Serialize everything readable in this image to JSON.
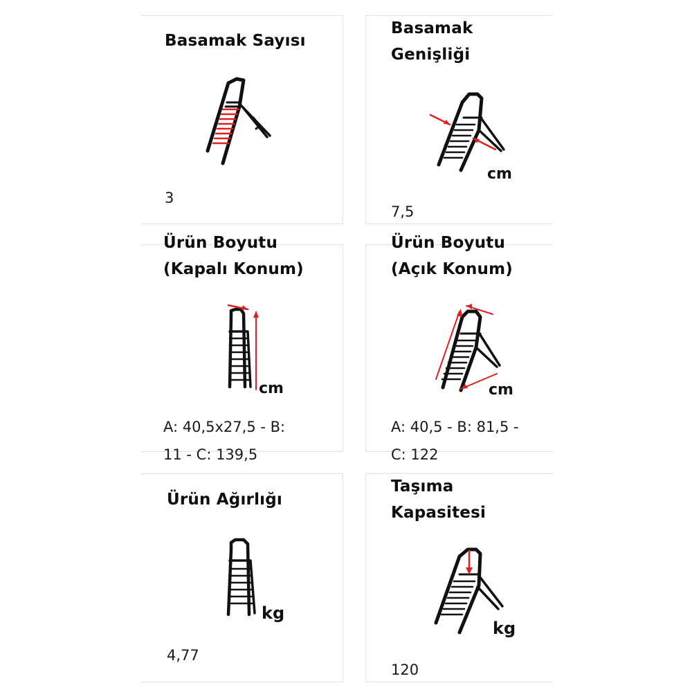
{
  "colors": {
    "ink": "#111111",
    "accent": "#e02020",
    "divider": "#e2e2e2"
  },
  "cards": [
    {
      "id": "step-count",
      "title_lines": [
        "Basamak Sayısı"
      ],
      "icon": "ladder-steps-highlighted-icon",
      "unit": "",
      "value_lines": [
        "3"
      ]
    },
    {
      "id": "step-width",
      "title_lines": [
        "Basamak",
        "Genişliği"
      ],
      "icon": "ladder-step-width-icon",
      "unit": "cm",
      "value_lines": [
        "7,5"
      ]
    },
    {
      "id": "size-closed",
      "title_lines": [
        "Ürün Boyutu",
        "(Kapalı Konum)"
      ],
      "icon": "ladder-closed-dimensions-icon",
      "unit": "cm",
      "value_lines": [
        "A: 40,5x27,5 - B:",
        "11 - C: 139,5"
      ]
    },
    {
      "id": "size-open",
      "title_lines": [
        "Ürün Boyutu",
        "(Açık Konum)"
      ],
      "icon": "ladder-open-dimensions-icon",
      "unit": "cm",
      "value_lines": [
        "A: 40,5 - B: 81,5 -",
        "C: 122"
      ]
    },
    {
      "id": "weight",
      "title_lines": [
        "Ürün Ağırlığı"
      ],
      "icon": "ladder-weight-icon",
      "unit": "kg",
      "value_lines": [
        "4,77"
      ]
    },
    {
      "id": "capacity",
      "title_lines": [
        "Taşıma",
        "Kapasitesi"
      ],
      "icon": "ladder-load-capacity-icon",
      "unit": "kg",
      "value_lines": [
        "120"
      ]
    }
  ]
}
